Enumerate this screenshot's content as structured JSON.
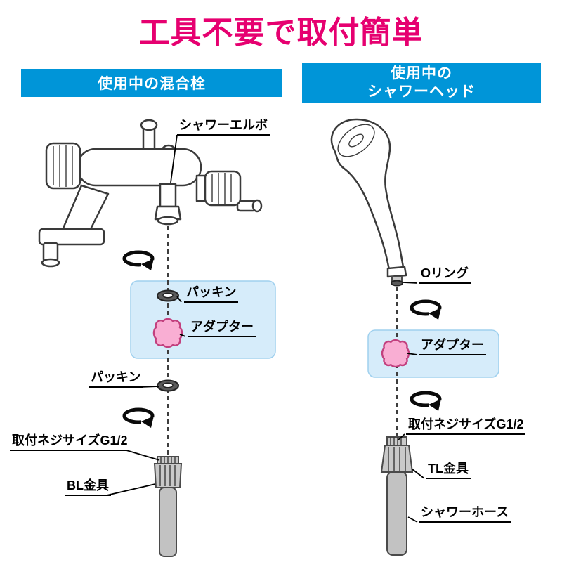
{
  "title": "工具不要で取付簡単",
  "colors": {
    "accent_pink": "#e60070",
    "header_blue": "#0095d8",
    "panel_blue": "#d6ecfa",
    "panel_blue_border": "#9fd0ee",
    "adapter_fill": "#f9aed3",
    "adapter_stroke": "#c2407e",
    "metal_light": "#c9c9c9"
  },
  "left_panel": {
    "header": "使用中の混合栓",
    "labels": {
      "shower_elbow": "シャワーエルボ",
      "packing_top": "パッキン",
      "adapter": "アダプター",
      "packing_bottom": "パッキン",
      "screw_size": "取付ネジサイズG1/2",
      "bl_fitting": "BL金具"
    }
  },
  "right_panel": {
    "header": "使用中の\nシャワーヘッド",
    "labels": {
      "o_ring": "Oリング",
      "adapter": "アダプター",
      "screw_size": "取付ネジサイズG1/2",
      "tl_fitting": "TL金具",
      "shower_hose": "シャワーホース"
    }
  }
}
